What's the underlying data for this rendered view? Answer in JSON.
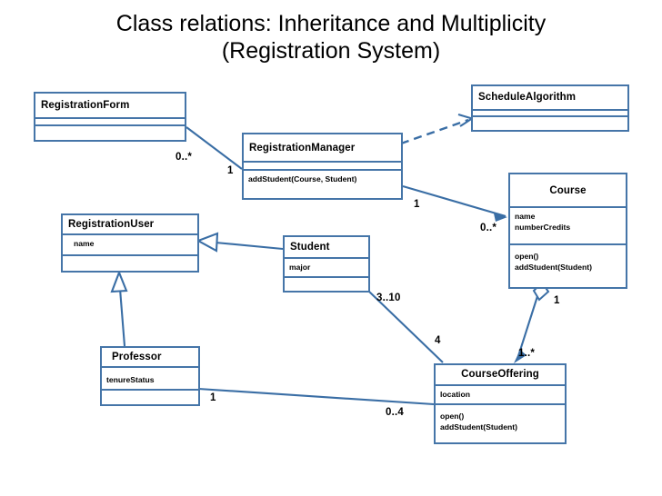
{
  "slide": {
    "title_line1": "Class relations: Inheritance and Multiplicity",
    "title_line2": "(Registration System)",
    "accent_color": "#4575a8",
    "background_color": "#ffffff",
    "text_color": "#000000"
  },
  "classes": [
    {
      "id": "registration-form",
      "name": "RegistrationForm",
      "attributes": [],
      "operations": [],
      "name_align": "left"
    },
    {
      "id": "registration-manager",
      "name": "RegistrationManager",
      "attributes": [],
      "operations": [
        "addStudent(Course, Student)"
      ],
      "name_align": "left"
    },
    {
      "id": "schedule-algorithm",
      "name": "ScheduleAlgorithm",
      "attributes": [],
      "operations": [],
      "name_align": "left"
    },
    {
      "id": "course",
      "name": "Course",
      "attributes": [
        "name",
        "numberCredits"
      ],
      "operations": [
        "open()",
        "addStudent(Student)"
      ],
      "name_align": "center"
    },
    {
      "id": "registration-user",
      "name": "RegistrationUser",
      "attributes": [
        "name"
      ],
      "operations": [],
      "name_align": "left"
    },
    {
      "id": "student",
      "name": "Student",
      "attributes": [
        "major"
      ],
      "operations": [],
      "name_align": "left"
    },
    {
      "id": "professor",
      "name": "Professor",
      "attributes": [
        "tenureStatus"
      ],
      "operations": [],
      "name_align": "left"
    },
    {
      "id": "course-offering",
      "name": "CourseOffering",
      "attributes": [
        "location"
      ],
      "operations": [
        "open()",
        "addStudent(Student)"
      ],
      "name_align": "center"
    }
  ],
  "relationships": [
    {
      "id": "form-manager",
      "type": "association",
      "from": "RegistrationForm",
      "to": "RegistrationManager",
      "source_multiplicity": "0..*",
      "target_multiplicity": "1"
    },
    {
      "id": "manager-schedulealgorithm",
      "type": "dependency",
      "from": "RegistrationManager",
      "to": "ScheduleAlgorithm",
      "source_multiplicity": "",
      "target_multiplicity": ""
    },
    {
      "id": "manager-course",
      "type": "association",
      "from": "RegistrationManager",
      "to": "Course",
      "source_multiplicity": "1",
      "target_multiplicity": "0..*"
    },
    {
      "id": "student-registrationuser",
      "type": "inheritance",
      "from": "Student",
      "to": "RegistrationUser",
      "source_multiplicity": "",
      "target_multiplicity": ""
    },
    {
      "id": "professor-registrationuser",
      "type": "inheritance",
      "from": "Professor",
      "to": "RegistrationUser",
      "source_multiplicity": "",
      "target_multiplicity": ""
    },
    {
      "id": "student-courseoffering",
      "type": "association",
      "from": "Student",
      "to": "CourseOffering",
      "source_multiplicity": "3..10",
      "target_multiplicity": "4"
    },
    {
      "id": "course-courseoffering",
      "type": "aggregation",
      "from": "Course",
      "to": "CourseOffering",
      "source_multiplicity": "1",
      "target_multiplicity": "1..*"
    },
    {
      "id": "professor-courseoffering",
      "type": "association",
      "from": "Professor",
      "to": "CourseOffering",
      "source_multiplicity": "1",
      "target_multiplicity": "0..4"
    }
  ],
  "multiplicity_labels": [
    {
      "id": "form-manager-source",
      "text": "0..*"
    },
    {
      "id": "form-manager-target",
      "text": "1"
    },
    {
      "id": "manager-course-source",
      "text": "1"
    },
    {
      "id": "manager-course-target",
      "text": "0..*"
    },
    {
      "id": "student-offering-source",
      "text": "3..10"
    },
    {
      "id": "student-offering-target",
      "text": "4"
    },
    {
      "id": "course-offering-source",
      "text": "1"
    },
    {
      "id": "course-offering-target",
      "text": "1..*"
    },
    {
      "id": "professor-offering-source",
      "text": "1"
    },
    {
      "id": "professor-offering-target",
      "text": "0..4"
    }
  ]
}
